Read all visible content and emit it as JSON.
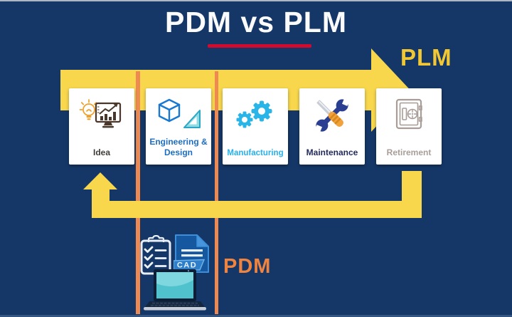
{
  "title": "PDM vs PLM",
  "plm": {
    "label": "PLM",
    "color": "#f1c733"
  },
  "pdm": {
    "label": "PDM",
    "color": "#ee8440",
    "cad_label": "CAD"
  },
  "stages": [
    {
      "label": "Idea",
      "color": "#3f3b38",
      "icon": "lightbulb-chart-icon"
    },
    {
      "label": "Engineering & Design",
      "color": "#1d6ec2",
      "icon": "cube-set-square-icon"
    },
    {
      "label": "Manufacturing",
      "color": "#28b1e8",
      "icon": "gears-icon"
    },
    {
      "label": "Maintenance",
      "color": "#232a5c",
      "icon": "wrench-screwdriver-icon"
    },
    {
      "label": "Retirement",
      "color": "#a89e99",
      "icon": "safe-icon"
    }
  ],
  "colors": {
    "background": "#153768",
    "arrow_yellow": "#f8d74d",
    "divider_orange": "#ee8952",
    "underline_red": "#d10a2e",
    "card_white": "#ffffff",
    "title_white": "#fbfbfb"
  }
}
